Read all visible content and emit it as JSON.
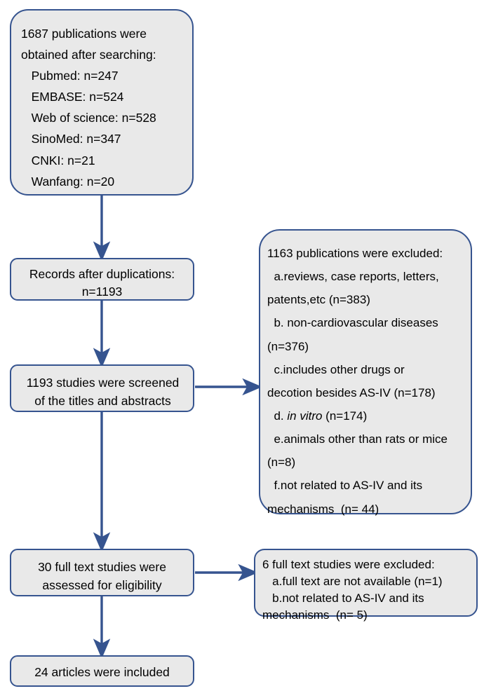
{
  "diagram": {
    "type": "prisma-flow-diagram",
    "stroke_color": "#36548f",
    "node_fill": "#e9e9e9",
    "text_color": "#000000",
    "background": "#ffffff"
  },
  "nodes": {
    "search": {
      "name": "identification-box",
      "lines": [
        "1687 publications were",
        "obtained after searching:",
        "   Pubmed: n=247",
        "   EMBASE: n=524",
        "   Web of science: n=528",
        "   SinoMed: n=347",
        "   CNKI: n=21",
        "   Wanfang: n=20"
      ],
      "total": 1687,
      "sources": [
        {
          "label": "Pubmed",
          "n": 247
        },
        {
          "label": "EMBASE",
          "n": 524
        },
        {
          "label": "Web of science",
          "n": 528
        },
        {
          "label": "SinoMed",
          "n": 347
        },
        {
          "label": "CNKI",
          "n": 21
        },
        {
          "label": "Wanfang",
          "n": 20
        }
      ]
    },
    "records": {
      "name": "records-after-duplications-box",
      "lines": [
        "Records after duplications:",
        "n=1193"
      ],
      "n": 1193
    },
    "screened": {
      "name": "screening-box",
      "lines": [
        "1193 studies were screened",
        "of the titles and abstracts"
      ],
      "n": 1193
    },
    "excluded_screen": {
      "name": "screening-exclusions-box",
      "header": "1163 publications were excluded:",
      "total": 1163,
      "lines": [
        "1163 publications were excluded:",
        "  a.reviews, case reports, letters,",
        "patents,etc (n=383)",
        "  b. non-cardiovascular diseases",
        "(n=376)",
        "  c.includes other drugs or",
        "decotion besides AS-IV (n=178)",
        "  d. in vitro (n=174)",
        "  e.animals other than rats or mice",
        "(n=8)",
        "  f.not related to AS-IV and its",
        "mechanisms  (n= 44)"
      ],
      "reasons": [
        {
          "key": "a",
          "text": "reviews, case reports, letters, patents,etc",
          "n": 383
        },
        {
          "key": "b",
          "text": "non-cardiovascular diseases",
          "n": 376
        },
        {
          "key": "c",
          "text": "includes other drugs or decotion besides AS-IV",
          "n": 178
        },
        {
          "key": "d",
          "text": "in vitro",
          "n": 174,
          "italic": true
        },
        {
          "key": "e",
          "text": "animals other than rats or mice",
          "n": 8
        },
        {
          "key": "f",
          "text": "not related to AS-IV and its mechanisms",
          "n": 44
        }
      ]
    },
    "fulltext": {
      "name": "eligibility-box",
      "lines": [
        "30 full text studies were",
        "assessed for eligibility"
      ],
      "n": 30
    },
    "excluded_full": {
      "name": "fulltext-exclusions-box",
      "header": "6 full text studies were excluded:",
      "total": 6,
      "lines": [
        "6 full text studies were excluded:",
        "   a.full text are not available (n=1)",
        "   b.not related to AS-IV and its",
        "mechanisms  (n= 5)"
      ],
      "reasons": [
        {
          "key": "a",
          "text": "full text are not available",
          "n": 1
        },
        {
          "key": "b",
          "text": "not related to AS-IV and its mechanisms",
          "n": 5
        }
      ]
    },
    "included": {
      "name": "included-box",
      "lines": [
        "24 articles were included"
      ],
      "n": 24
    }
  },
  "connectors": [
    {
      "name": "arrow-search-to-records",
      "from": "search",
      "to": "records",
      "direction": "down"
    },
    {
      "name": "arrow-records-to-screened",
      "from": "records",
      "to": "screened",
      "direction": "down"
    },
    {
      "name": "arrow-screened-to-excluded",
      "from": "screened",
      "to": "excluded_screen",
      "direction": "right"
    },
    {
      "name": "arrow-screened-to-fulltext",
      "from": "screened",
      "to": "fulltext",
      "direction": "down"
    },
    {
      "name": "arrow-fulltext-to-excluded",
      "from": "fulltext",
      "to": "excluded_full",
      "direction": "right"
    },
    {
      "name": "arrow-fulltext-to-included",
      "from": "fulltext",
      "to": "included",
      "direction": "down"
    }
  ]
}
